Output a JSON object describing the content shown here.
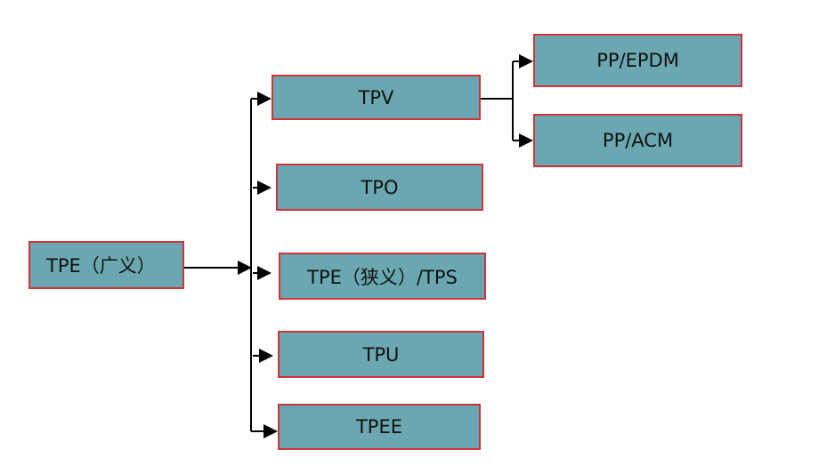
{
  "diagram": {
    "root": "TPE（广义）",
    "children": [
      "TPV",
      "TPO",
      "TPE（狭义）/TPS",
      "TPU",
      "TPEE"
    ],
    "tpv_children": [
      "PP/EPDM",
      "PP/ACM"
    ],
    "colors": {
      "box_fill": "#6ba7b0",
      "box_border": "#d0343a",
      "line": "#000000"
    }
  }
}
